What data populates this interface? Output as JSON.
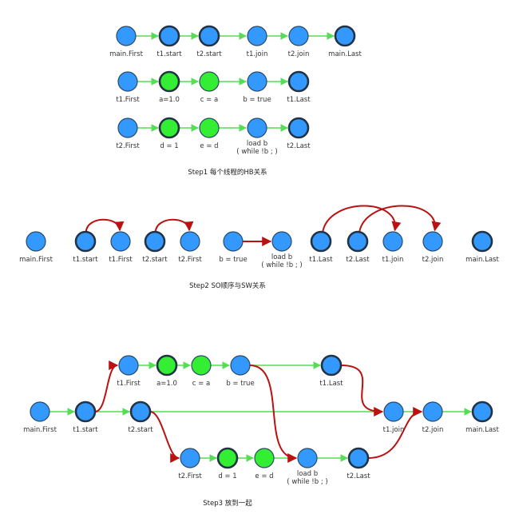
{
  "colors": {
    "blue": "#3399ff",
    "green": "#33ee33",
    "node_stroke": "#2a4a66",
    "node_stroke_thick": "#223344",
    "hb_edge": "#55dd55",
    "sw_edge": "#bb1111",
    "text": "#333333"
  },
  "captions": {
    "step1": "Step1 每个线程的HB关系",
    "step2": "Step2 SO顺序与SW关系",
    "step3": "Step3 放到一起"
  },
  "nodes": {
    "s1_main_first": {
      "label": "main.First",
      "fill": "blue",
      "outline": "thin"
    },
    "s1_t1_start": {
      "label": "t1.start",
      "fill": "blue",
      "outline": "thick"
    },
    "s1_t2_start": {
      "label": "t2.start",
      "fill": "blue",
      "outline": "thick"
    },
    "s1_t1_join": {
      "label": "t1.join",
      "fill": "blue",
      "outline": "thin"
    },
    "s1_t2_join": {
      "label": "t2.join",
      "fill": "blue",
      "outline": "thin"
    },
    "s1_main_last": {
      "label": "main.Last",
      "fill": "blue",
      "outline": "thick"
    },
    "s1_t1_first": {
      "label": "t1.First",
      "fill": "blue",
      "outline": "thin"
    },
    "s1_a": {
      "label": "a=1.0",
      "fill": "green",
      "outline": "thick"
    },
    "s1_c": {
      "label": "c = a",
      "fill": "green",
      "outline": "thin"
    },
    "s1_b": {
      "label": "b = true",
      "fill": "blue",
      "outline": "thin"
    },
    "s1_t1_last": {
      "label": "t1.Last",
      "fill": "blue",
      "outline": "thick"
    },
    "s1_t2_first": {
      "label": "t2.First",
      "fill": "blue",
      "outline": "thin"
    },
    "s1_d": {
      "label": "d = 1",
      "fill": "green",
      "outline": "thick"
    },
    "s1_e": {
      "label": "e = d",
      "fill": "green",
      "outline": "thin"
    },
    "s1_load": {
      "label": "load b",
      "label2": "( while !b ; )",
      "fill": "blue",
      "outline": "thin"
    },
    "s1_t2_last": {
      "label": "t2.Last",
      "fill": "blue",
      "outline": "thick"
    },
    "s2_main_first": {
      "label": "main.First",
      "fill": "blue",
      "outline": "thin"
    },
    "s2_t1_start": {
      "label": "t1.start",
      "fill": "blue",
      "outline": "thick"
    },
    "s2_t1_first": {
      "label": "t1.First",
      "fill": "blue",
      "outline": "thin"
    },
    "s2_t2_start": {
      "label": "t2.start",
      "fill": "blue",
      "outline": "thick"
    },
    "s2_t2_first": {
      "label": "t2.First",
      "fill": "blue",
      "outline": "thin"
    },
    "s2_b": {
      "label": "b = true",
      "fill": "blue",
      "outline": "thin"
    },
    "s2_load": {
      "label": "load b",
      "label2": "( while !b ; )",
      "fill": "blue",
      "outline": "thin"
    },
    "s2_t1_last": {
      "label": "t1.Last",
      "fill": "blue",
      "outline": "thick"
    },
    "s2_t2_last": {
      "label": "t2.Last",
      "fill": "blue",
      "outline": "thick"
    },
    "s2_t1_join": {
      "label": "t1.join",
      "fill": "blue",
      "outline": "thin"
    },
    "s2_t2_join": {
      "label": "t2.join",
      "fill": "blue",
      "outline": "thin"
    },
    "s2_main_last": {
      "label": "main.Last",
      "fill": "blue",
      "outline": "thick"
    },
    "s3_main_first": {
      "label": "main.First",
      "fill": "blue",
      "outline": "thin"
    },
    "s3_t1_start": {
      "label": "t1.start",
      "fill": "blue",
      "outline": "thick"
    },
    "s3_t1_first": {
      "label": "t1.First",
      "fill": "blue",
      "outline": "thin"
    },
    "s3_a": {
      "label": "a=1.0",
      "fill": "green",
      "outline": "thick"
    },
    "s3_c": {
      "label": "c = a",
      "fill": "green",
      "outline": "thin"
    },
    "s3_b": {
      "label": "b = true",
      "fill": "blue",
      "outline": "thin"
    },
    "s3_t1_last": {
      "label": "t1.Last",
      "fill": "blue",
      "outline": "thick"
    },
    "s3_t2_start": {
      "label": "t2.start",
      "fill": "blue",
      "outline": "thick"
    },
    "s3_t1_join": {
      "label": "t1.join",
      "fill": "blue",
      "outline": "thin"
    },
    "s3_t2_join": {
      "label": "t2.join",
      "fill": "blue",
      "outline": "thin"
    },
    "s3_main_last": {
      "label": "main.Last",
      "fill": "blue",
      "outline": "thick"
    },
    "s3_t2_first": {
      "label": "t2.First",
      "fill": "blue",
      "outline": "thin"
    },
    "s3_d": {
      "label": "d = 1",
      "fill": "green",
      "outline": "thick"
    },
    "s3_e": {
      "label": "e = d",
      "fill": "green",
      "outline": "thin"
    },
    "s3_load": {
      "label": "load b",
      "label2": "( while !b ; )",
      "fill": "blue",
      "outline": "thin"
    },
    "s3_t2_last": {
      "label": "t2.Last",
      "fill": "blue",
      "outline": "thick"
    }
  },
  "edges": [
    {
      "from": "s1_main_first",
      "to": "s1_t1_start",
      "kind": "hb"
    },
    {
      "from": "s1_t1_start",
      "to": "s1_t2_start",
      "kind": "hb"
    },
    {
      "from": "s1_t2_start",
      "to": "s1_t1_join",
      "kind": "hb"
    },
    {
      "from": "s1_t1_join",
      "to": "s1_t2_join",
      "kind": "hb"
    },
    {
      "from": "s1_t2_join",
      "to": "s1_main_last",
      "kind": "hb"
    },
    {
      "from": "s1_t1_first",
      "to": "s1_a",
      "kind": "hb"
    },
    {
      "from": "s1_a",
      "to": "s1_c",
      "kind": "hb"
    },
    {
      "from": "s1_c",
      "to": "s1_b",
      "kind": "hb"
    },
    {
      "from": "s1_b",
      "to": "s1_t1_last",
      "kind": "hb"
    },
    {
      "from": "s1_t2_first",
      "to": "s1_d",
      "kind": "hb"
    },
    {
      "from": "s1_d",
      "to": "s1_e",
      "kind": "hb"
    },
    {
      "from": "s1_e",
      "to": "s1_load",
      "kind": "hb"
    },
    {
      "from": "s1_load",
      "to": "s1_t2_last",
      "kind": "hb"
    },
    {
      "from": "s2_t1_start",
      "to": "s2_t1_first",
      "kind": "sw"
    },
    {
      "from": "s2_t2_start",
      "to": "s2_t2_first",
      "kind": "sw"
    },
    {
      "from": "s2_b",
      "to": "s2_load",
      "kind": "sw"
    },
    {
      "from": "s2_t1_last",
      "to": "s2_t1_join",
      "kind": "sw"
    },
    {
      "from": "s2_t2_last",
      "to": "s2_t2_join",
      "kind": "sw"
    },
    {
      "from": "s3_main_first",
      "to": "s3_t1_start",
      "kind": "hb"
    },
    {
      "from": "s3_t1_start",
      "to": "s3_t2_start",
      "kind": "hb"
    },
    {
      "from": "s3_t2_start",
      "to": "s3_t1_join",
      "kind": "hb"
    },
    {
      "from": "s3_t1_join",
      "to": "s3_t2_join",
      "kind": "hb"
    },
    {
      "from": "s3_t2_join",
      "to": "s3_main_last",
      "kind": "hb"
    },
    {
      "from": "s3_t1_first",
      "to": "s3_a",
      "kind": "hb"
    },
    {
      "from": "s3_a",
      "to": "s3_c",
      "kind": "hb"
    },
    {
      "from": "s3_c",
      "to": "s3_b",
      "kind": "hb"
    },
    {
      "from": "s3_b",
      "to": "s3_t1_last",
      "kind": "hb"
    },
    {
      "from": "s3_t2_first",
      "to": "s3_d",
      "kind": "hb"
    },
    {
      "from": "s3_d",
      "to": "s3_e",
      "kind": "hb"
    },
    {
      "from": "s3_e",
      "to": "s3_load",
      "kind": "hb"
    },
    {
      "from": "s3_load",
      "to": "s3_t2_last",
      "kind": "hb"
    },
    {
      "from": "s3_t1_start",
      "to": "s3_t1_first",
      "kind": "sw"
    },
    {
      "from": "s3_t2_start",
      "to": "s3_t2_first",
      "kind": "sw"
    },
    {
      "from": "s3_b",
      "to": "s3_load",
      "kind": "sw"
    },
    {
      "from": "s3_t1_last",
      "to": "s3_t1_join",
      "kind": "sw"
    },
    {
      "from": "s3_t2_last",
      "to": "s3_t2_join",
      "kind": "sw"
    }
  ]
}
